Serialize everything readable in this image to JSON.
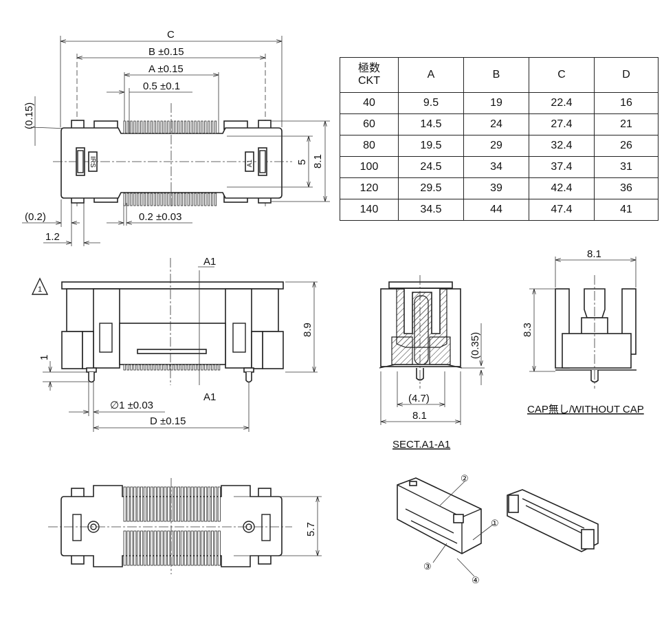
{
  "top_view": {
    "dim_c": "C",
    "dim_b": "B ±0.15",
    "dim_a": "A ±0.15",
    "dim_pitch": "0.5 ±0.1",
    "dim_015": "(0.15)",
    "dim_5": "5",
    "dim_81": "8.1",
    "dim_02": "(0.2)",
    "dim_12": "1.2",
    "dim_contact": "0.2 ±0.03",
    "marking_left": "IRS",
    "marking_right": "A1"
  },
  "table": {
    "headers": [
      "極数\nCKT",
      "A",
      "B",
      "C",
      "D"
    ],
    "header_line1": "極数",
    "header_line2": "CKT",
    "rows": [
      [
        "40",
        "9.5",
        "19",
        "22.4",
        "16"
      ],
      [
        "60",
        "14.5",
        "24",
        "27.4",
        "21"
      ],
      [
        "80",
        "19.5",
        "29",
        "32.4",
        "26"
      ],
      [
        "100",
        "24.5",
        "34",
        "37.4",
        "31"
      ],
      [
        "120",
        "29.5",
        "39",
        "42.4",
        "36"
      ],
      [
        "140",
        "34.5",
        "44",
        "47.4",
        "41"
      ]
    ]
  },
  "front_view": {
    "revision_mark": "1",
    "section_top": "A1",
    "section_bottom": "A1",
    "dim_89": "8.9",
    "dim_1": "1",
    "dim_phi": "∅1 ±0.03",
    "dim_d": "D ±0.15"
  },
  "section_view": {
    "dim_035": "(0.35)",
    "dim_47": "(4.7)",
    "dim_81": "8.1",
    "caption": "SECT.A1-A1"
  },
  "cap_view": {
    "dim_81": "8.1",
    "dim_83": "8.3",
    "caption": "CAP無し/WITHOUT CAP"
  },
  "bottom_view": {
    "dim_57": "5.7"
  },
  "iso_view": {
    "callouts": [
      "①",
      "②",
      "③",
      "④"
    ]
  }
}
